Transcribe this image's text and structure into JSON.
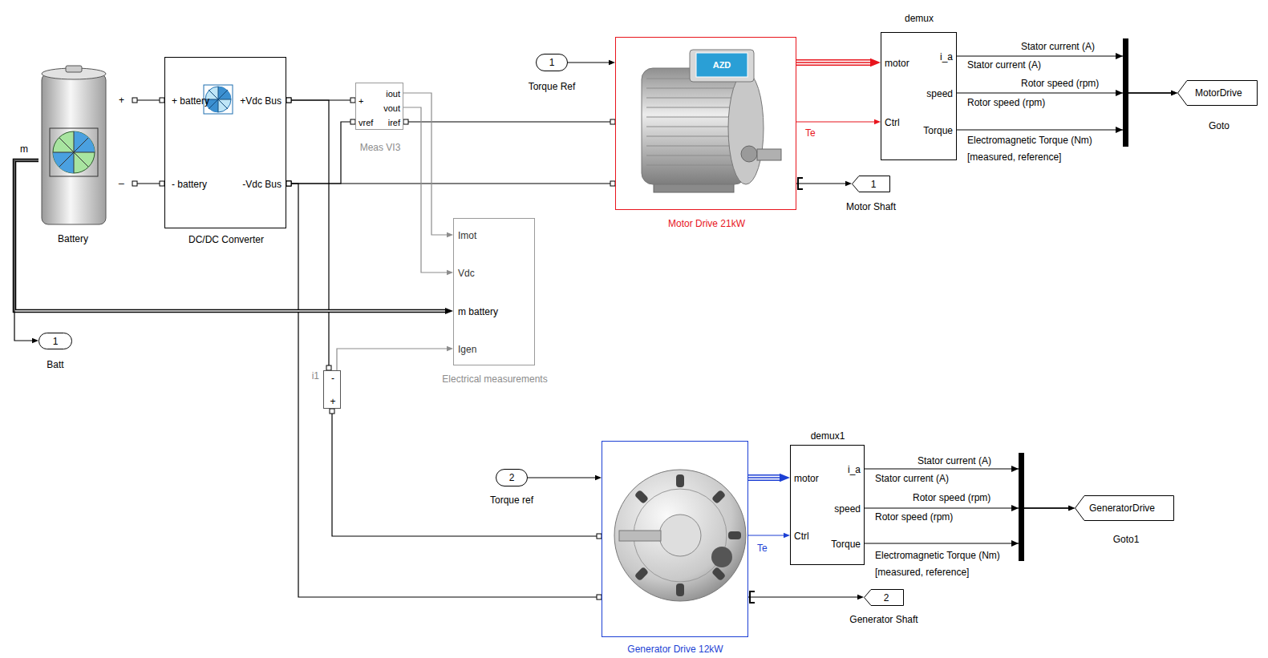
{
  "diagram": {
    "nodes": [
      {
        "text": [
          "+",
          "_",
          "Battery"
        ]
      },
      {
        "text": [
          "+ battery",
          "+Vdc Bus",
          "- battery",
          "-Vdc Bus",
          "DC/DC Converter"
        ]
      },
      {
        "text": [
          "+",
          "iout",
          "vout",
          "vref iref",
          "Meas VI3"
        ]
      },
      {
        "text": [
          "1",
          "Torque Ref"
        ]
      },
      {
        "text": [
          "Motor Drive 21kW"
        ]
      },
      {
        "text": [
          "demux",
          "motor",
          "Ctrl",
          "i_a",
          "speed",
          "Torque"
        ]
      },
      {
        "text": [
          "MotorDrive",
          "Goto"
        ]
      },
      {
        "text": [
          "1",
          "Motor Shaft"
        ]
      },
      {
        "text": [
          "Imot",
          "Vdc",
          "m battery",
          "Igen",
          "Electrical measurements"
        ]
      },
      {
        "text": [
          "1",
          "Batt"
        ]
      },
      {
        "text": [
          "-",
          "+",
          "i1"
        ]
      },
      {
        "text": [
          "2",
          "Torque ref"
        ]
      },
      {
        "text": [
          "Generator Drive 12kW"
        ]
      },
      {
        "text": [
          "demux1",
          "motor",
          "Ctrl",
          "i_a",
          "speed",
          "Torque"
        ]
      },
      {
        "text": [
          "GeneratorDrive",
          "Goto1"
        ]
      },
      {
        "text": [
          "2",
          "Generator Shaft"
        ]
      }
    ],
    "edges": [
      {
        "from": 0,
        "to": 1,
        "arrow": "none"
      },
      {
        "from": 0,
        "to": 1,
        "arrow": "none"
      },
      {
        "from": 1,
        "to": 2,
        "arrow": "none"
      },
      {
        "from": 1,
        "to": 2,
        "arrow": "none"
      },
      {
        "from": 2,
        "to": 4,
        "arrow": "none"
      },
      {
        "from": 1,
        "to": 4,
        "arrow": "none"
      },
      {
        "from": 1,
        "to": 10,
        "arrow": "none"
      },
      {
        "from": 1,
        "to": 12,
        "arrow": "none"
      },
      {
        "from": 10,
        "to": 12,
        "arrow": "none"
      },
      {
        "from": 2,
        "to": 8,
        "arrow": "to"
      },
      {
        "from": 2,
        "to": 8,
        "arrow": "to"
      },
      {
        "from": 0,
        "to": 8,
        "arrow": "to"
      },
      {
        "from": 0,
        "to": 9,
        "arrow": "to"
      },
      {
        "from": 10,
        "to": 8,
        "arrow": "to"
      },
      {
        "from": 3,
        "to": 4,
        "arrow": "to"
      },
      {
        "from": 4,
        "to": 5,
        "arrow": "to"
      },
      {
        "from": 4,
        "to": 5,
        "arrow": "to",
        "label": "Te"
      },
      {
        "from": 4,
        "to": 7,
        "arrow": "to"
      },
      {
        "from": 5,
        "to": 6,
        "arrow": "to",
        "label": "Stator current (A)"
      },
      {
        "from": 5,
        "to": 6,
        "arrow": "to",
        "label": "Rotor speed (rpm)"
      },
      {
        "from": 5,
        "to": 6,
        "arrow": "to",
        "label": "Electromagnetic Torque (Nm) [measured, reference]"
      },
      {
        "from": 11,
        "to": 12,
        "arrow": "to"
      },
      {
        "from": 12,
        "to": 13,
        "arrow": "to"
      },
      {
        "from": 12,
        "to": 13,
        "arrow": "to",
        "label": "Te"
      },
      {
        "from": 12,
        "to": 15,
        "arrow": "to"
      },
      {
        "from": 13,
        "to": 14,
        "arrow": "to",
        "label": "Stator current (A)"
      },
      {
        "from": 13,
        "to": 14,
        "arrow": "to",
        "label": "Rotor speed (rpm)"
      },
      {
        "from": 13,
        "to": 14,
        "arrow": "to",
        "label": "Electromagnetic Torque (Nm) [measured, reference]"
      }
    ],
    "labels": [
      "m",
      "AZD",
      "Stator current (A)",
      "Rotor speed (rpm)",
      "Stator current (A)",
      "Rotor speed (rpm)"
    ]
  }
}
